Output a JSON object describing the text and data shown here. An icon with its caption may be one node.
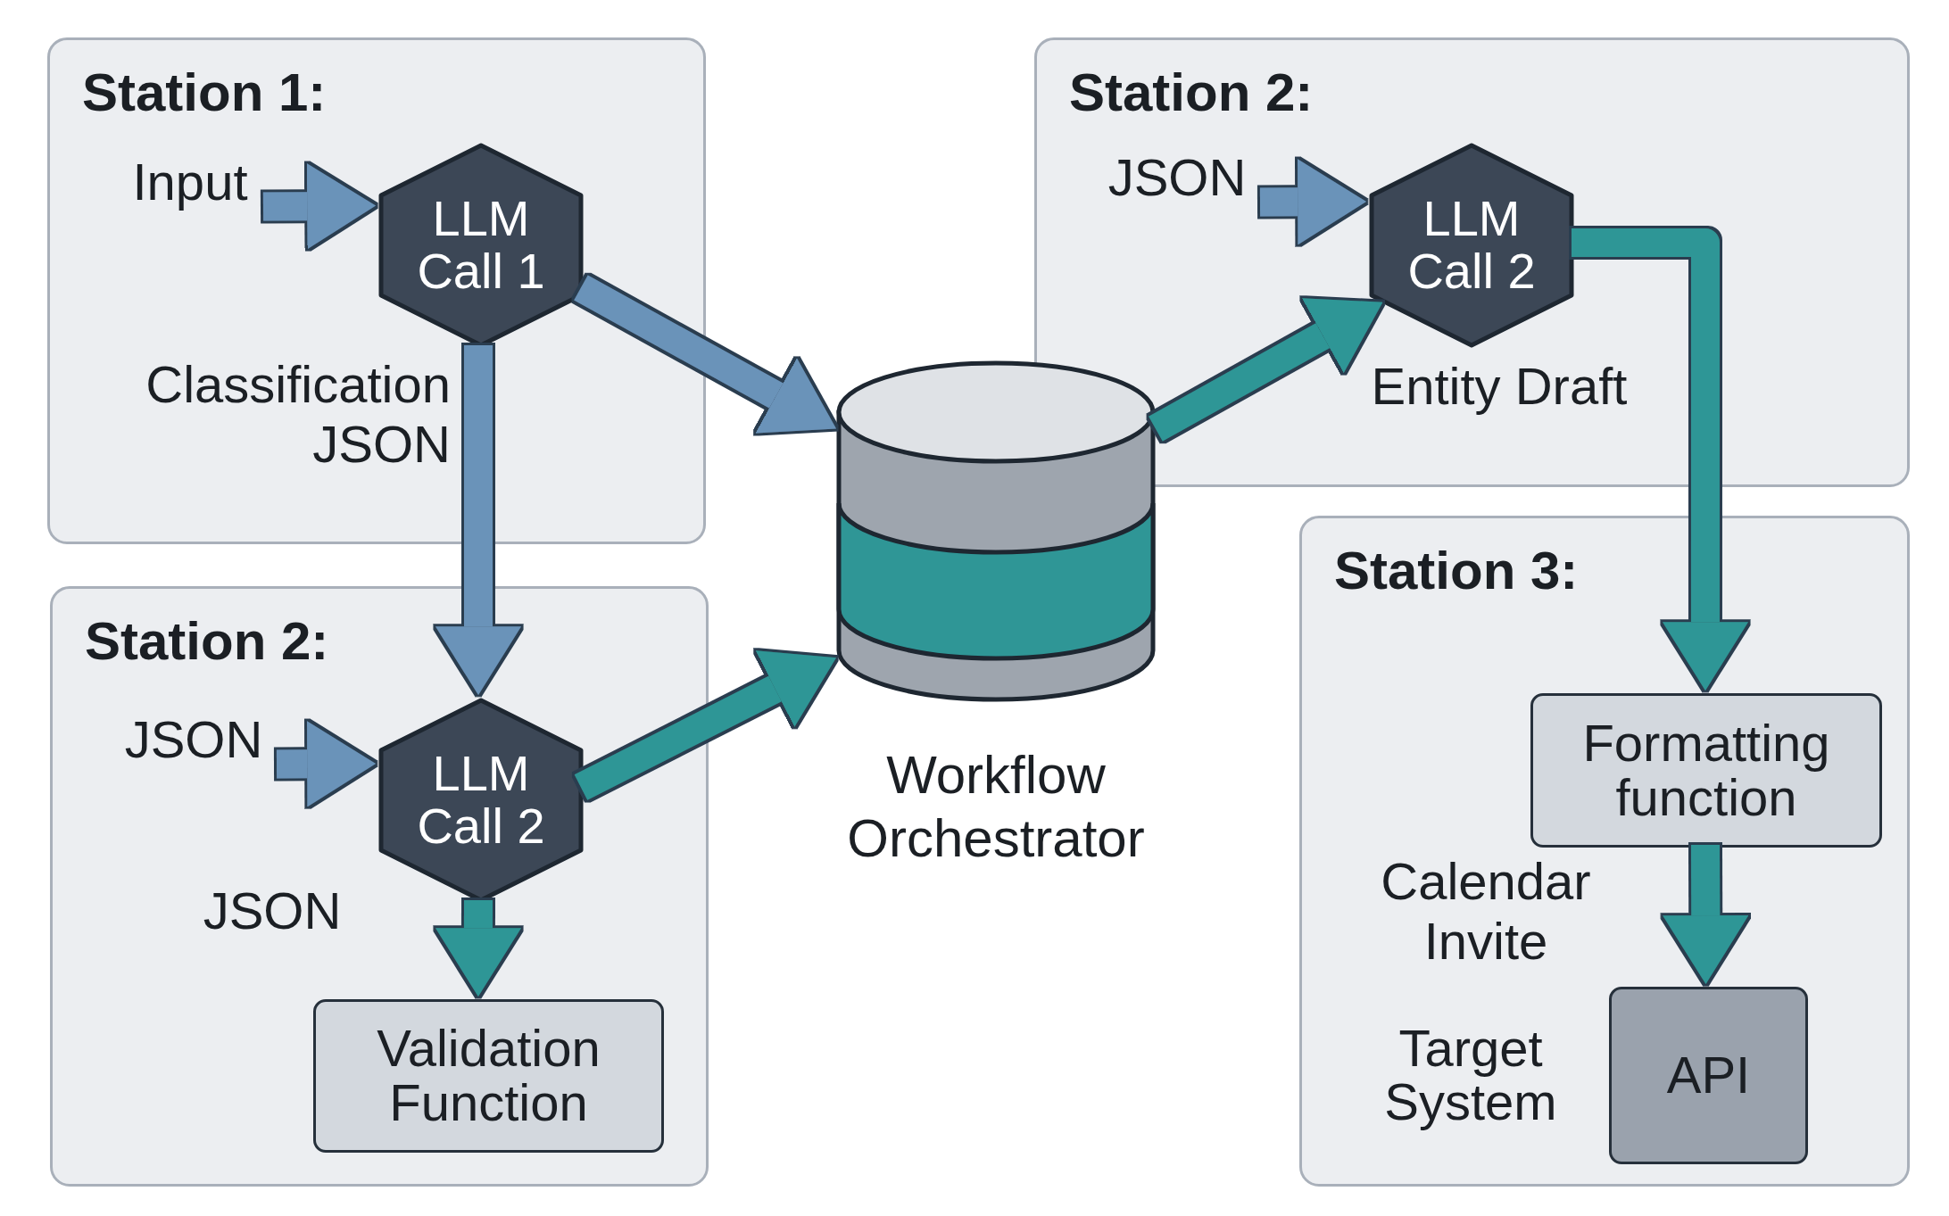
{
  "diagram": {
    "nodes": [
      {
        "text": [
          "Station 1:"
        ]
      },
      {
        "text": [
          "Input"
        ],
        "in": 0
      },
      {
        "text": [
          "LLM Call 1"
        ],
        "in": 0
      },
      {
        "text": [
          "Station 2:"
        ]
      },
      {
        "text": [
          "JSON"
        ],
        "in": 3
      },
      {
        "text": [
          "LLM Call 2"
        ],
        "in": 3
      },
      {
        "text": [
          "Validation Function"
        ],
        "in": 3
      },
      {
        "text": [
          "Workflow Orchestrator"
        ]
      },
      {
        "text": [
          "Station 2:"
        ]
      },
      {
        "text": [
          "JSON"
        ],
        "in": 8
      },
      {
        "text": [
          "LLM Call 2"
        ],
        "in": 8
      },
      {
        "text": [
          "Station 3:"
        ]
      },
      {
        "text": [
          "Formatting function"
        ],
        "in": 11
      },
      {
        "text": [
          "API"
        ],
        "in": 11,
        "beside": [
          "Target System"
        ]
      }
    ],
    "edges": [
      {
        "from": 1,
        "to": 2,
        "arrow": "to",
        "color": "#6b93b9"
      },
      {
        "from": 2,
        "to": 7,
        "arrow": "to",
        "color": "#6b93b9"
      },
      {
        "from": 2,
        "to": 5,
        "arrow": "to",
        "color": "#6b93b9",
        "label": "Classification JSON"
      },
      {
        "from": 4,
        "to": 5,
        "arrow": "to",
        "color": "#6b93b9"
      },
      {
        "from": 5,
        "to": 7,
        "arrow": "to",
        "color": "#2f9696"
      },
      {
        "from": 5,
        "to": 6,
        "arrow": "to",
        "color": "#2f9696",
        "label": "JSON"
      },
      {
        "from": 7,
        "to": 10,
        "arrow": "to",
        "color": "#2f9696"
      },
      {
        "from": 9,
        "to": 10,
        "arrow": "to",
        "color": "#6b93b9"
      },
      {
        "from": 10,
        "to": 12,
        "arrow": "to",
        "color": "#2f9696",
        "label": "Entity Draft"
      },
      {
        "from": 12,
        "to": 13,
        "arrow": "to",
        "color": "#2f9696",
        "label": "Calendar Invite"
      }
    ]
  }
}
